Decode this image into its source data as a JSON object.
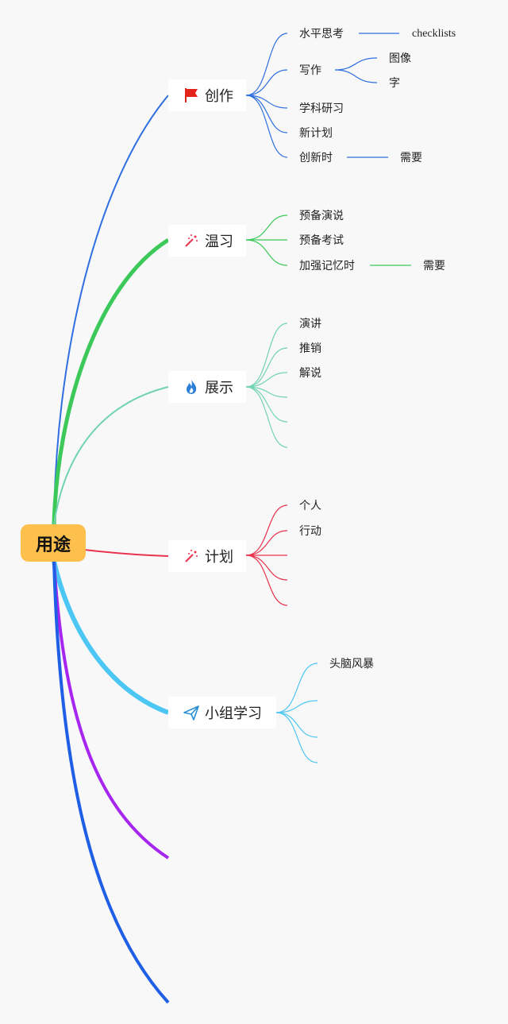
{
  "root": {
    "label": "用途",
    "color": "#fdc04d"
  },
  "branches": [
    {
      "label": "创作",
      "color": "#2f6fe0",
      "icon": "red-flag-icon",
      "items": [
        "水平思考",
        "写作",
        "学科研习",
        "新计划",
        "创新时"
      ],
      "sub": {
        "checklists": "checklists",
        "image": "图像",
        "char": "字",
        "need": "需要"
      }
    },
    {
      "label": "温习",
      "color": "#3cc95a",
      "icon": "magic-wand-icon",
      "items": [
        "预备演说",
        "预备考试",
        "加强记忆时"
      ],
      "sub": {
        "need": "需要"
      }
    },
    {
      "label": "展示",
      "color": "#72d3b0",
      "icon": "fire-icon",
      "items": [
        "演讲",
        "推销",
        "解说"
      ]
    },
    {
      "label": "计划",
      "color": "#e8334f",
      "icon": "magic-wand-icon",
      "items": [
        "个人",
        "行动"
      ]
    },
    {
      "label": "小组学习",
      "color": "#4cc6f3",
      "icon": "paper-plane-icon",
      "items": [
        "头脑风暴"
      ]
    }
  ],
  "extra_branch_colors": [
    "#a626f0",
    "#1f5fe6"
  ]
}
